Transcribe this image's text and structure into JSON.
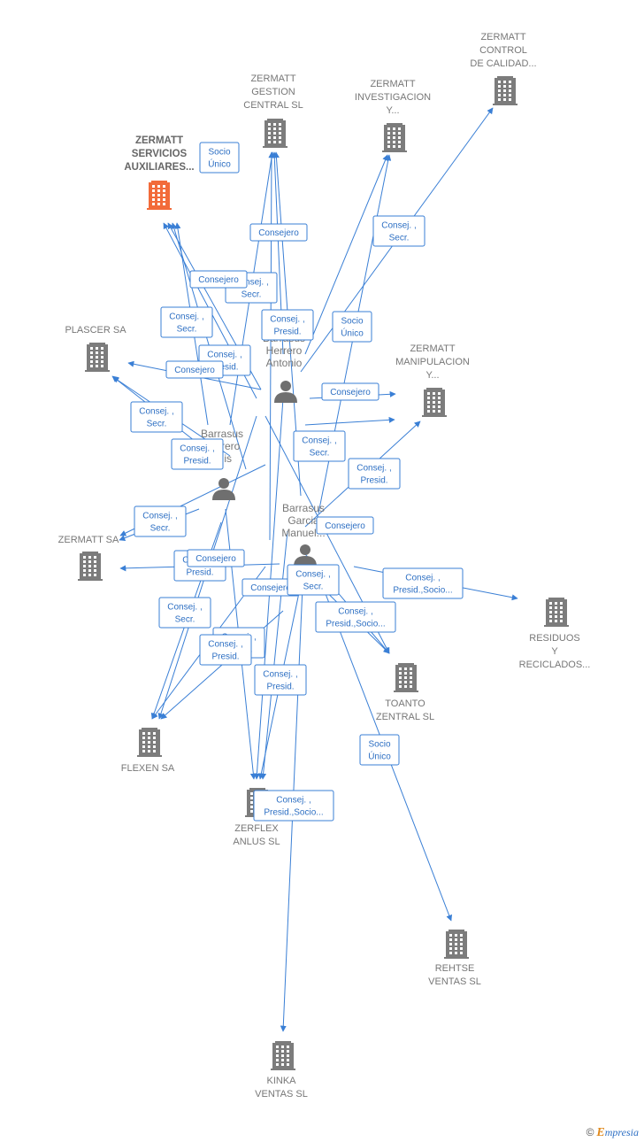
{
  "companies": [
    {
      "id": "servicios",
      "lines": [
        "ZERMATT",
        "SERVICIOS",
        "AUXILIARES..."
      ],
      "highlight": true,
      "icon": "building-icon"
    },
    {
      "id": "gestion",
      "lines": [
        "ZERMATT",
        "GESTION",
        "CENTRAL  SL"
      ],
      "icon": "building-icon"
    },
    {
      "id": "investigacion",
      "lines": [
        "ZERMATT",
        "INVESTIGACION",
        "Y..."
      ],
      "icon": "building-icon"
    },
    {
      "id": "control",
      "lines": [
        "ZERMATT",
        "CONTROL",
        "DE CALIDAD..."
      ],
      "icon": "building-icon"
    },
    {
      "id": "plascer",
      "lines": [
        "PLASCER SA"
      ],
      "icon": "building-icon"
    },
    {
      "id": "manipulacion",
      "lines": [
        "ZERMATT",
        "MANIPULACION",
        "Y..."
      ],
      "icon": "building-icon"
    },
    {
      "id": "zermattsa",
      "lines": [
        "ZERMATT SA"
      ],
      "icon": "building-icon"
    },
    {
      "id": "residuos",
      "lines": [
        "RESIDUOS",
        "Y",
        "RECICLADOS..."
      ],
      "icon": "building-icon"
    },
    {
      "id": "toanto",
      "lines": [
        "TOANTO",
        "ZENTRAL  SL"
      ],
      "icon": "building-icon"
    },
    {
      "id": "flexen",
      "lines": [
        "FLEXEN SA"
      ],
      "icon": "building-icon"
    },
    {
      "id": "zerflex",
      "lines": [
        "ZERFLEX",
        "ANLUS  SL"
      ],
      "icon": "building-icon"
    },
    {
      "id": "rehtse",
      "lines": [
        "REHTSE",
        "VENTAS  SL"
      ],
      "icon": "building-icon"
    },
    {
      "id": "kinka",
      "lines": [
        "KINKA",
        "VENTAS  SL"
      ],
      "icon": "building-icon"
    }
  ],
  "persons": [
    {
      "id": "antonio",
      "lines": [
        "Barrasus",
        "Herrero",
        "Antonio"
      ],
      "icon": "person-icon"
    },
    {
      "id": "luis",
      "lines": [
        "Barrasus",
        "Herrero",
        "Luis"
      ],
      "icon": "person-icon"
    },
    {
      "id": "manuel",
      "lines": [
        "Barrasus",
        "Garcia",
        "Manuel..."
      ],
      "icon": "person-icon"
    }
  ],
  "relations": [
    {
      "lines": [
        "Socio",
        "Único"
      ]
    },
    {
      "lines": [
        "Consejero"
      ]
    },
    {
      "lines": [
        "Consej. ,",
        "Secr."
      ]
    },
    {
      "lines": [
        "Consejero"
      ]
    },
    {
      "lines": [
        "Consej. ,",
        "Secr."
      ]
    },
    {
      "lines": [
        "Consej. ,",
        "Secr."
      ]
    },
    {
      "lines": [
        "Consej. ,",
        "Presid."
      ]
    },
    {
      "lines": [
        "Socio",
        "Único"
      ]
    },
    {
      "lines": [
        "Consej. ,",
        "Presid."
      ]
    },
    {
      "lines": [
        "Consejero"
      ]
    },
    {
      "lines": [
        "Consejero"
      ]
    },
    {
      "lines": [
        "Consej. ,",
        "Secr."
      ]
    },
    {
      "lines": [
        "Consej. ,",
        "Presid."
      ]
    },
    {
      "lines": [
        "Consej. ,",
        "Secr."
      ]
    },
    {
      "lines": [
        "Consej. ,",
        "Presid."
      ]
    },
    {
      "lines": [
        "Consej. ,",
        "Secr."
      ]
    },
    {
      "lines": [
        "Consejero"
      ]
    },
    {
      "lines": [
        "Consej. ,",
        "Presid."
      ]
    },
    {
      "lines": [
        "Consejero"
      ]
    },
    {
      "lines": [
        "Consejero"
      ]
    },
    {
      "lines": [
        "Consej. ,",
        "Secr."
      ]
    },
    {
      "lines": [
        "Consej. ,",
        "Presid.,Socio..."
      ]
    },
    {
      "lines": [
        "Consej. ,",
        "Presid.,Socio..."
      ]
    },
    {
      "lines": [
        "Consej. ,",
        "Secr."
      ]
    },
    {
      "lines": [
        "Consej. ,",
        "Presid."
      ]
    },
    {
      "lines": [
        "Consej. ,",
        "Presid."
      ]
    },
    {
      "lines": [
        "Consej. ,",
        "Presid."
      ]
    },
    {
      "lines": [
        "Socio",
        "Único"
      ]
    },
    {
      "lines": [
        "Consej. ,",
        "Presid.,Socio..."
      ]
    }
  ],
  "footer": {
    "copyright": "©",
    "brand_initial": "E",
    "brand_rest": "mpresia"
  },
  "colors": {
    "edge": "#3a7fd5",
    "highlight": "#f26b3a",
    "node": "#7c7c7c"
  }
}
